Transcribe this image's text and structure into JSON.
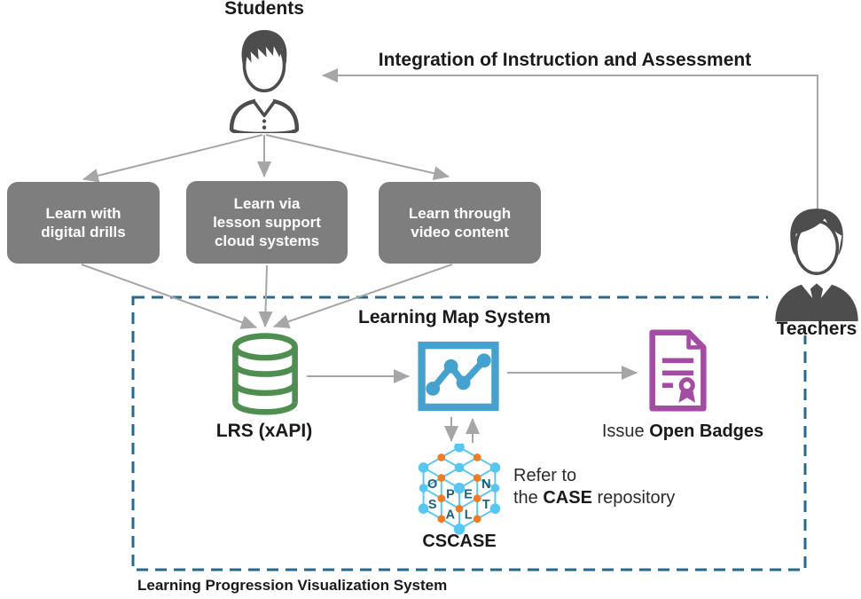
{
  "actors": {
    "students": "Students",
    "teachers": "Teachers"
  },
  "integration_label": "Integration of Instruction and Assessment",
  "activity_boxes": [
    {
      "lines": [
        "Learn with",
        "digital drills"
      ]
    },
    {
      "lines": [
        "Learn via",
        "lesson support",
        "cloud systems"
      ]
    },
    {
      "lines": [
        "Learn through",
        "video content"
      ]
    }
  ],
  "lrs_label": "LRS (xAPI)",
  "lms_label": "Learning Map System",
  "badges": {
    "prefix": "Issue ",
    "bold": "Open Badges"
  },
  "cscase_label": "CSCASE",
  "refer": {
    "line1": "Refer to",
    "line2_pre": "the ",
    "line2_bold": "CASE",
    "line2_post": " repository"
  },
  "system_label": "Learning Progression Visualization System",
  "cube_letters": {
    "o": "O",
    "p": "P",
    "e": "E",
    "n": "N",
    "s": "S",
    "a": "A",
    "l": "L",
    "t": "T"
  },
  "colors": {
    "box_gray": "#7E7E7E",
    "line_gray": "#A6A6A6",
    "person_gray": "#4D4D4D",
    "lrs_green": "#4E8E50",
    "map_blue": "#45A1CD",
    "badge_purple": "#A44CA4",
    "cube_blue": "#58C6EF",
    "cube_orange": "#F47B22",
    "cube_letter_teal": "#1E5F78",
    "dashed_border_teal": "#26698C"
  }
}
